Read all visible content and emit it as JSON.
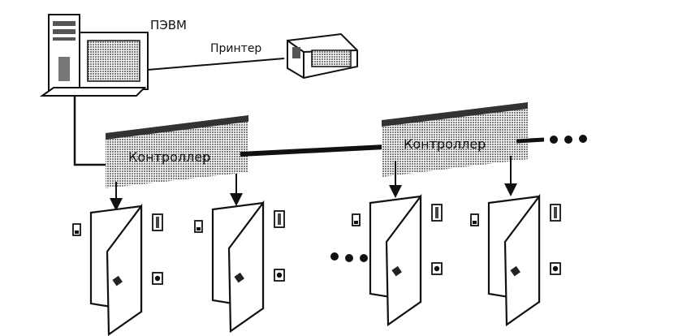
{
  "labels": {
    "pc": "ПЭВМ",
    "printer": "Принтер",
    "controller_1": "Контроллер",
    "controller_2": "Контроллер"
  },
  "colors": {
    "ink": "#111111",
    "shade": "#555555",
    "background": "#ffffff"
  },
  "icons": [
    "computer-icon",
    "printer-icon",
    "door-icon",
    "card-reader-icon",
    "exit-button-icon"
  ]
}
